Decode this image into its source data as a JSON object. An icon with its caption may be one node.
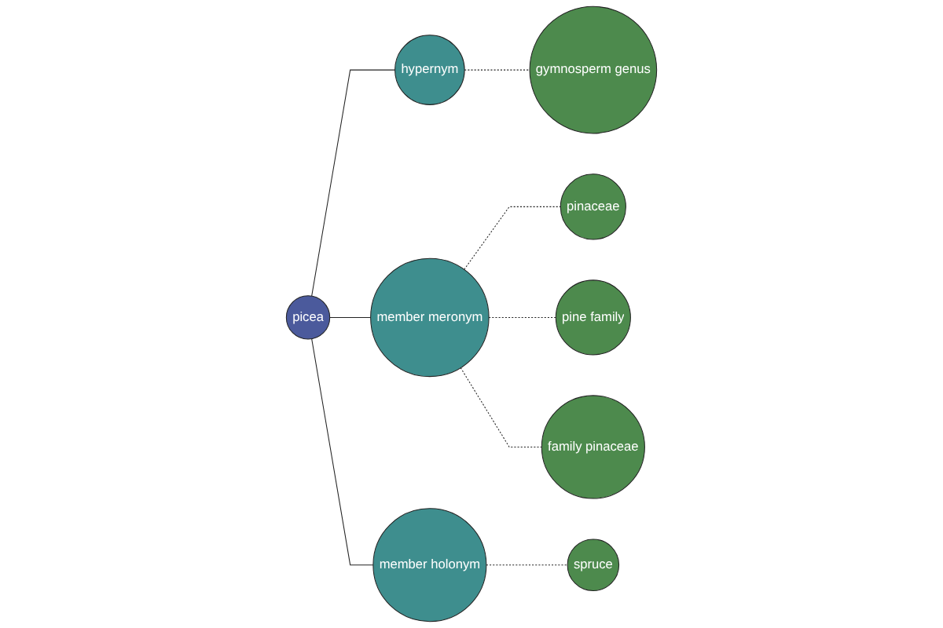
{
  "diagram": {
    "nodes": [
      {
        "text": [
          "pinaceae"
        ]
      },
      {
        "text": [
          "gymnosperm genus"
        ]
      },
      {
        "text": [
          "hypernym"
        ]
      },
      {
        "text": [
          "member meronym"
        ]
      },
      {
        "text": [
          "picea"
        ]
      },
      {
        "text": [
          "pine family"
        ]
      },
      {
        "text": [
          "family pinaceae"
        ]
      },
      {
        "text": [
          "member holonym"
        ]
      },
      {
        "text": [
          "spruce"
        ]
      }
    ],
    "edges": [
      {
        "from": 4,
        "to": 2,
        "arrow": "none"
      },
      {
        "from": 4,
        "to": 3,
        "arrow": "none"
      },
      {
        "from": 4,
        "to": 7,
        "arrow": "none"
      },
      {
        "from": 2,
        "to": 1,
        "arrow": "none",
        "style": "dashed"
      },
      {
        "from": 3,
        "to": 0,
        "arrow": "none",
        "style": "dashed"
      },
      {
        "from": 3,
        "to": 5,
        "arrow": "none",
        "style": "dashed"
      },
      {
        "from": 3,
        "to": 6,
        "arrow": "none",
        "style": "dashed"
      },
      {
        "from": 7,
        "to": 8,
        "arrow": "none",
        "style": "dashed"
      }
    ]
  }
}
